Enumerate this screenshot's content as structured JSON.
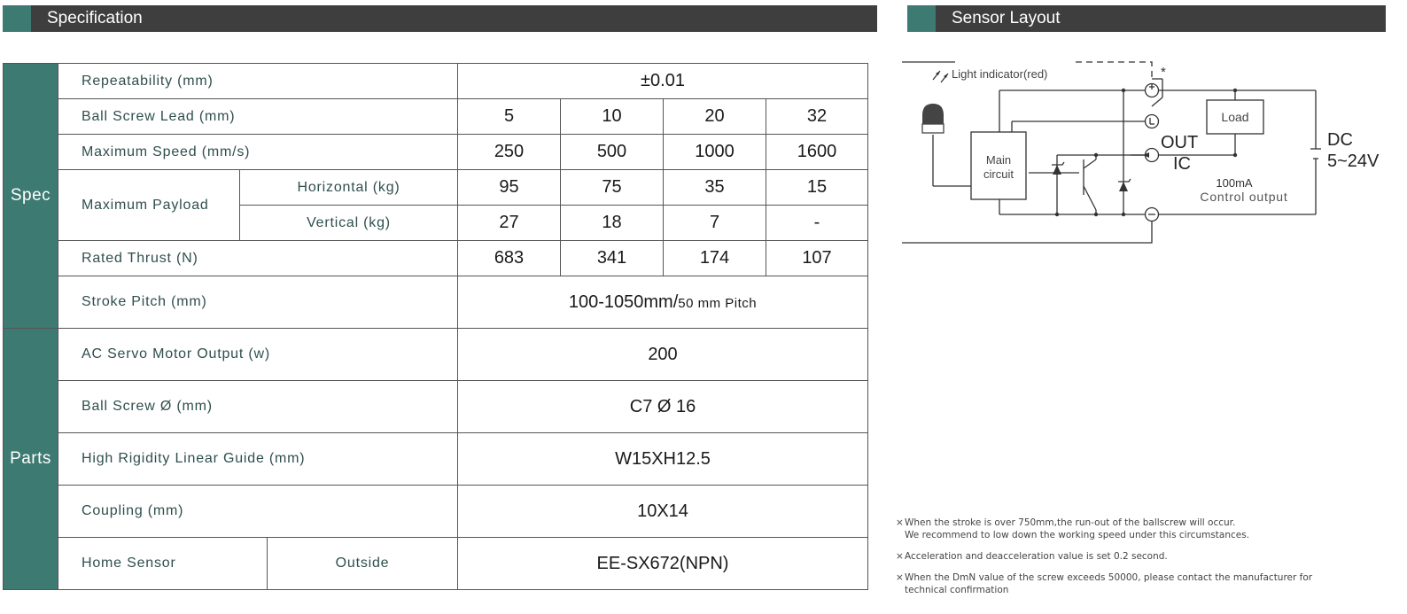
{
  "headers": {
    "specification": "Specification",
    "sensor_layout": "Sensor Layout"
  },
  "groups": {
    "spec": "Spec",
    "parts": "Parts"
  },
  "rows": {
    "repeatability": {
      "label": "Repeatability (mm)",
      "value": "±0.01"
    },
    "ball_screw_lead": {
      "label": "Ball Screw Lead (mm)",
      "values": [
        "5",
        "10",
        "20",
        "32"
      ]
    },
    "maximum_speed": {
      "label": "Maximum Speed (mm/s)",
      "values": [
        "250",
        "500",
        "1000",
        "1600"
      ]
    },
    "maximum_payload": {
      "label": "Maximum Payload",
      "horizontal": {
        "label": "Horizontal (kg)",
        "values": [
          "95",
          "75",
          "35",
          "15"
        ]
      },
      "vertical": {
        "label": "Vertical (kg)",
        "values": [
          "27",
          "18",
          "7",
          "-"
        ]
      }
    },
    "rated_thrust": {
      "label": "Rated Thrust (N)",
      "values": [
        "683",
        "341",
        "174",
        "107"
      ]
    },
    "stroke_pitch": {
      "label": "Stroke Pitch (mm)",
      "value_main": "100-1050mm/",
      "value_small": "50 mm Pitch"
    },
    "motor_output": {
      "label": "AC Servo Motor Output (w)",
      "value": "200"
    },
    "ball_screw_dia": {
      "label": "Ball Screw Ø (mm)",
      "value": "C7 Ø 16"
    },
    "linear_guide": {
      "label": "High Rigidity Linear Guide (mm)",
      "value": "W15XH12.5"
    },
    "coupling": {
      "label": "Coupling (mm)",
      "value": "10X14"
    },
    "home_sensor": {
      "label": "Home Sensor",
      "sub": "Outside",
      "value": "EE-SX672(NPN)"
    }
  },
  "diagram": {
    "light_indicator": "Light indicator(red)",
    "asterisk": "*",
    "main_circuit_line1": "Main",
    "main_circuit_line2": "circuit",
    "load": "Load",
    "out": "OUT",
    "ic": "IC",
    "current": "100mA",
    "control_output": "Control output",
    "dc": "DC",
    "voltage": "5~24V"
  },
  "notes": [
    {
      "mark": "×",
      "line1": "When the stroke is over 750mm,the run-out of the ballscrew will occur.",
      "line2": "We recommend to low down the working speed under this circumstances."
    },
    {
      "mark": "×",
      "line1": "Acceleration and deacceleration value is set 0.2 second.",
      "line2": ""
    },
    {
      "mark": "×",
      "line1": "When the DmN value of the screw exceeds 50000, please contact the manufacturer for",
      "line2": "technical confirmation"
    }
  ]
}
